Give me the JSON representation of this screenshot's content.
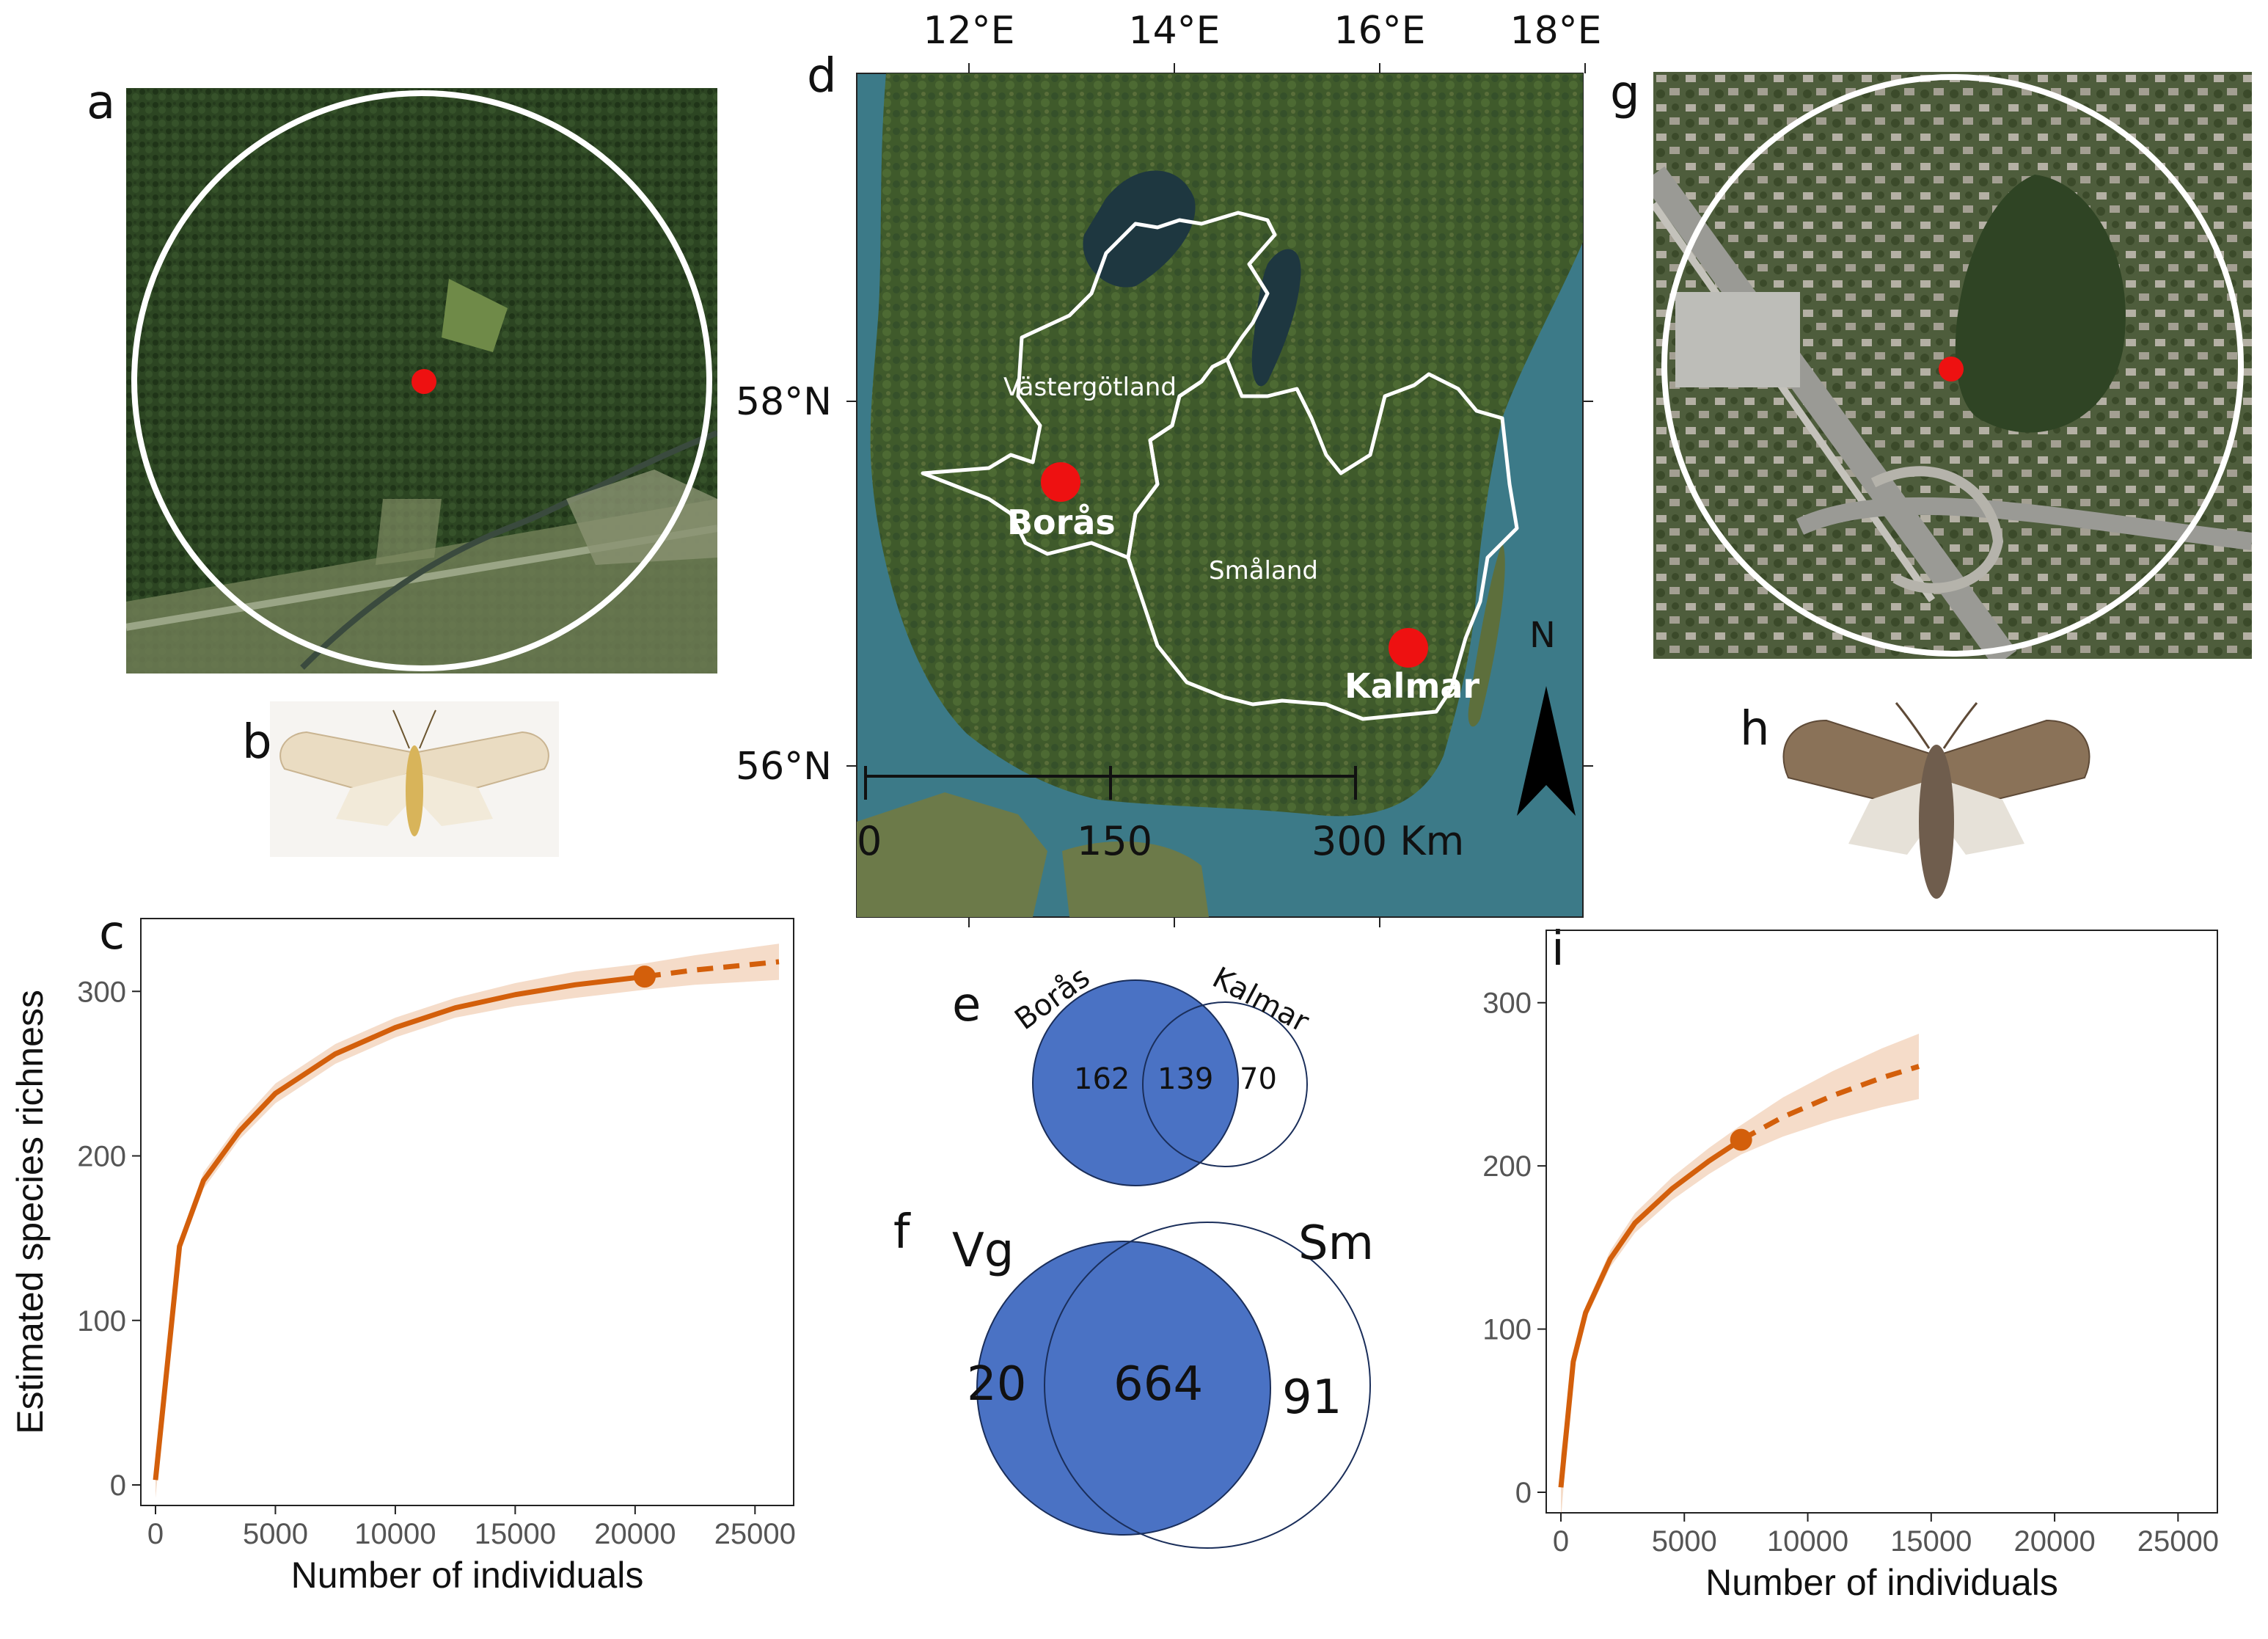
{
  "panel_letters": {
    "a": "a",
    "b": "b",
    "c": "c",
    "d": "d",
    "e": "e",
    "f": "f",
    "g": "g",
    "h": "h",
    "i": "i"
  },
  "map": {
    "lon_ticks": [
      "12°E",
      "14°E",
      "16°E",
      "18°E"
    ],
    "lat_ticks": [
      "58°N",
      "56°N"
    ],
    "regions": [
      "Västergötland",
      "Småland"
    ],
    "sites": [
      "Borås",
      "Kalmar"
    ],
    "scalebar": [
      "0",
      "150",
      "300 Km"
    ],
    "north": "N",
    "colors": {
      "sea": "#3c7a88",
      "land": "#3f5a2b",
      "border": "#ffffff",
      "site": "#ee1111"
    }
  },
  "venn_sites": {
    "labels": [
      "Borås",
      "Kalmar"
    ],
    "values": [
      "162",
      "139",
      "70"
    ],
    "fill": "#4a72c4"
  },
  "venn_regions": {
    "labels": [
      "Vg",
      "Sm"
    ],
    "values": [
      "20",
      "664",
      "91"
    ],
    "fill": "#4a72c4"
  },
  "chart_data": [
    {
      "id": "c",
      "type": "line",
      "xlabel": "Number of individuals",
      "ylabel": "Estimated species richness",
      "xlim": [
        0,
        26000
      ],
      "ylim": [
        0,
        330
      ],
      "xticks": [
        0,
        5000,
        10000,
        15000,
        20000,
        25000
      ],
      "yticks": [
        0,
        100,
        200,
        300
      ],
      "color": "#d35f0b",
      "observed": {
        "x": 20400,
        "y": 309
      },
      "interpolated": [
        [
          0,
          3
        ],
        [
          1000,
          145
        ],
        [
          2000,
          185
        ],
        [
          3500,
          215
        ],
        [
          5000,
          238
        ],
        [
          7500,
          262
        ],
        [
          10000,
          278
        ],
        [
          12500,
          290
        ],
        [
          15000,
          298
        ],
        [
          17500,
          304
        ],
        [
          20400,
          309
        ]
      ],
      "extrapolated": [
        [
          20400,
          309
        ],
        [
          22500,
          313
        ],
        [
          26000,
          318
        ]
      ],
      "band_halfwidth": [
        0,
        4,
        5,
        5,
        6,
        6,
        6,
        6,
        7,
        8,
        8,
        9,
        11
      ]
    },
    {
      "id": "i",
      "type": "line",
      "xlabel": "Number of individuals",
      "ylabel": "",
      "xlim": [
        0,
        26000
      ],
      "ylim": [
        0,
        330
      ],
      "xticks": [
        0,
        5000,
        10000,
        15000,
        20000,
        25000
      ],
      "yticks": [
        0,
        100,
        200,
        300
      ],
      "color": "#d35f0b",
      "observed": {
        "x": 7300,
        "y": 216
      },
      "interpolated": [
        [
          0,
          3
        ],
        [
          500,
          80
        ],
        [
          1000,
          110
        ],
        [
          2000,
          143
        ],
        [
          3000,
          165
        ],
        [
          4500,
          186
        ],
        [
          6000,
          203
        ],
        [
          7300,
          216
        ]
      ],
      "extrapolated": [
        [
          7300,
          216
        ],
        [
          9000,
          230
        ],
        [
          11000,
          243
        ],
        [
          13000,
          254
        ],
        [
          14500,
          261
        ]
      ],
      "band_halfwidth": [
        0,
        3,
        4,
        5,
        6,
        7,
        8,
        9,
        12,
        15,
        18,
        20
      ]
    }
  ]
}
